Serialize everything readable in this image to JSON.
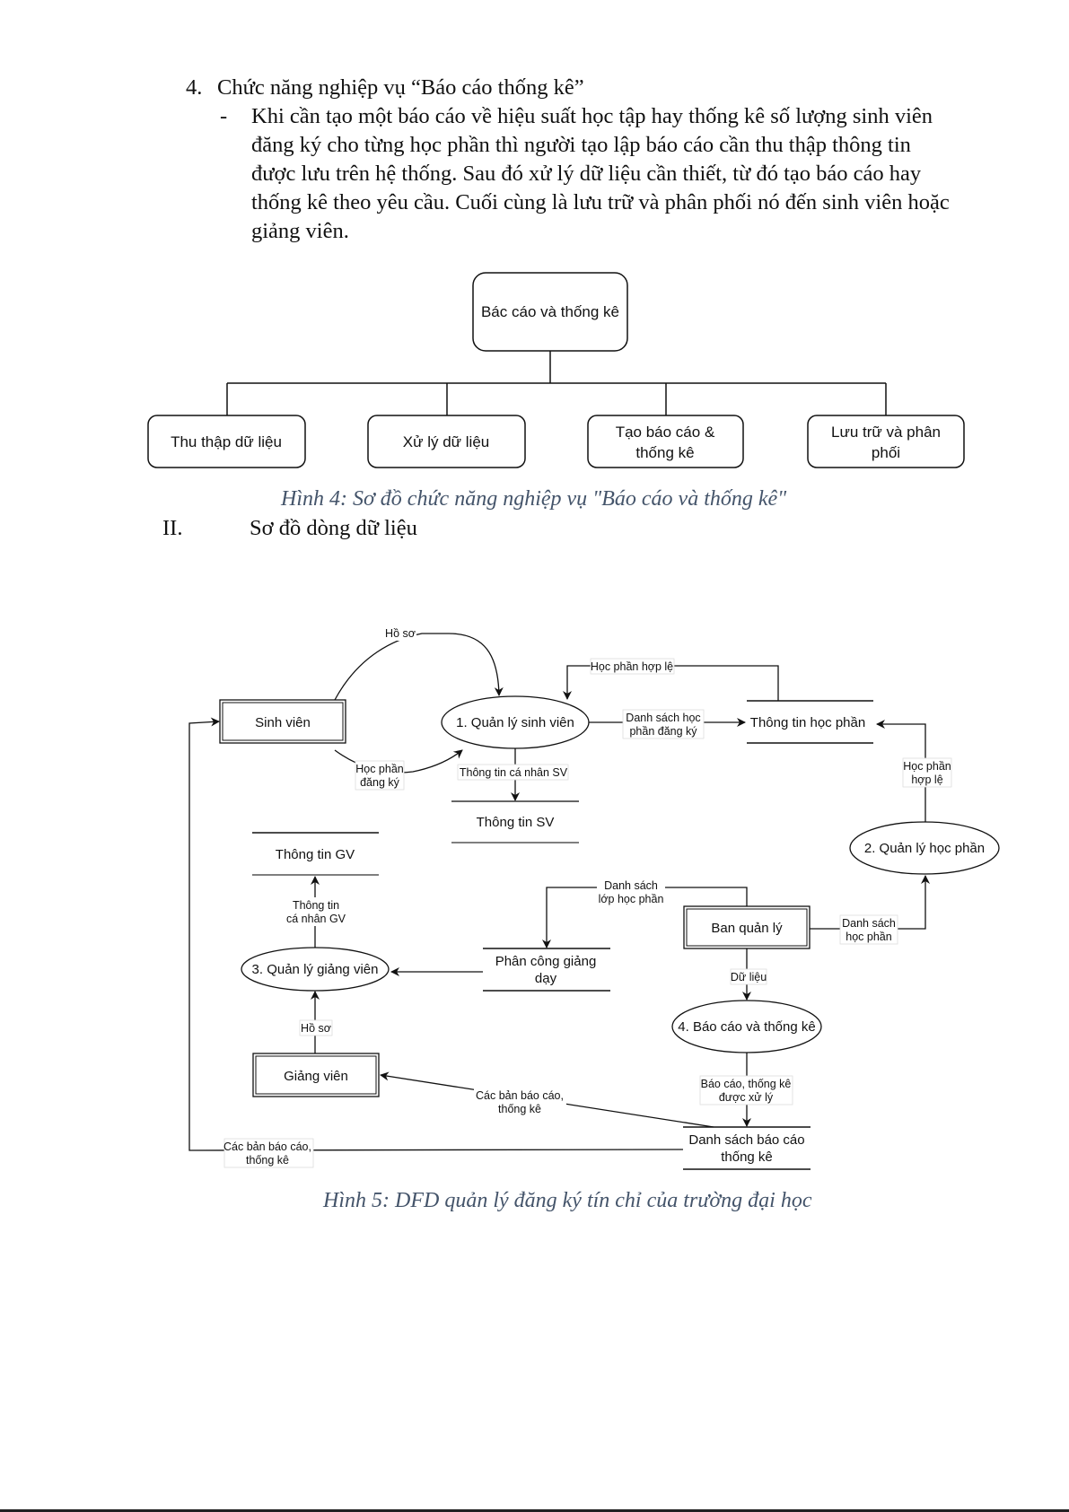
{
  "section4": {
    "number": "4.",
    "heading": "Chức năng nghiệp vụ “Báo cáo thống kê”",
    "bullet": "-",
    "paragraph_lines": [
      "Khi cần tạo một báo cáo về hiệu suất học tập hay thống kê số lượng sinh viên",
      "đăng ký cho từng học phần thì người tạo lập báo cáo cần thu thập thông tin",
      "được lưu trên hệ thống. Sau đó xử lý dữ liệu cần thiết, từ đó tạo báo cáo hay",
      "thống kê theo yêu cầu. Cuối cùng là lưu trữ và phân phối nó đến sinh viên hoặc",
      "giảng viên."
    ]
  },
  "figure4": {
    "root": "Bác cáo và thống kê",
    "children": [
      [
        "Thu thập dữ liệu"
      ],
      [
        "Xử lý dữ liệu"
      ],
      [
        "Tạo báo cáo &",
        "thống kê"
      ],
      [
        "Lưu trữ và phân",
        "phối"
      ]
    ],
    "caption": "Hình 4: Sơ đồ chức năng nghiệp vụ \"Báo cáo và thống kê\""
  },
  "sectionII": {
    "number": "II.",
    "heading": "Sơ đồ dòng dữ liệu"
  },
  "figure5": {
    "entities": {
      "sinh_vien": "Sinh viên",
      "giang_vien": "Giảng viên",
      "ban_quan_ly": "Ban quản lý"
    },
    "processes": {
      "p1": "1. Quản lý sinh viên",
      "p2": "2. Quản lý học phần",
      "p3": "3. Quản lý giảng viên",
      "p4": "4. Báo cáo và thống kê"
    },
    "stores": {
      "thong_tin_sv": [
        "Thông tin SV"
      ],
      "thong_tin_hoc_phan": [
        "Thông tin học phần"
      ],
      "thong_tin_gv": [
        "Thông tin GV"
      ],
      "phan_cong": [
        "Phân công giảng",
        "dạy"
      ],
      "danh_sach_bao_cao": [
        "Danh sách báo cáo",
        "thống kê"
      ]
    },
    "flows": {
      "ho_so_sv": [
        "Hồ sơ"
      ],
      "hoc_phan_dang_ky": [
        "Học phần",
        "đăng ký"
      ],
      "hoc_phan_hop_le_top": [
        "Học phần hợp lệ"
      ],
      "danh_sach_hp_dang_ky": [
        "Danh sách học",
        "phần đăng ký"
      ],
      "thong_tin_ca_nhan_sv": [
        "Thông tin cá nhân SV"
      ],
      "hoc_phan_hop_le_right": [
        "Học phần",
        "hợp lệ"
      ],
      "thong_tin_ca_nhan_gv": [
        "Thông tin",
        "cá nhân GV"
      ],
      "danh_sach_lop_hp": [
        "Danh sách",
        "lớp học phần"
      ],
      "danh_sach_hp": [
        "Danh sách",
        "học phần"
      ],
      "du_lieu": [
        "Dữ liệu"
      ],
      "ho_so_gv": [
        "Hồ sơ"
      ],
      "bao_cao_xu_ly": [
        "Báo cáo, thống kê",
        "được xử lý"
      ],
      "bao_cao_gv": [
        "Các bản báo cáo,",
        "thống kê"
      ],
      "bao_cao_sv": [
        "Các bản báo cáo,",
        "thống kê"
      ]
    },
    "caption": "Hình 5: DFD quản lý đăng ký tín chỉ của trường đại học"
  }
}
